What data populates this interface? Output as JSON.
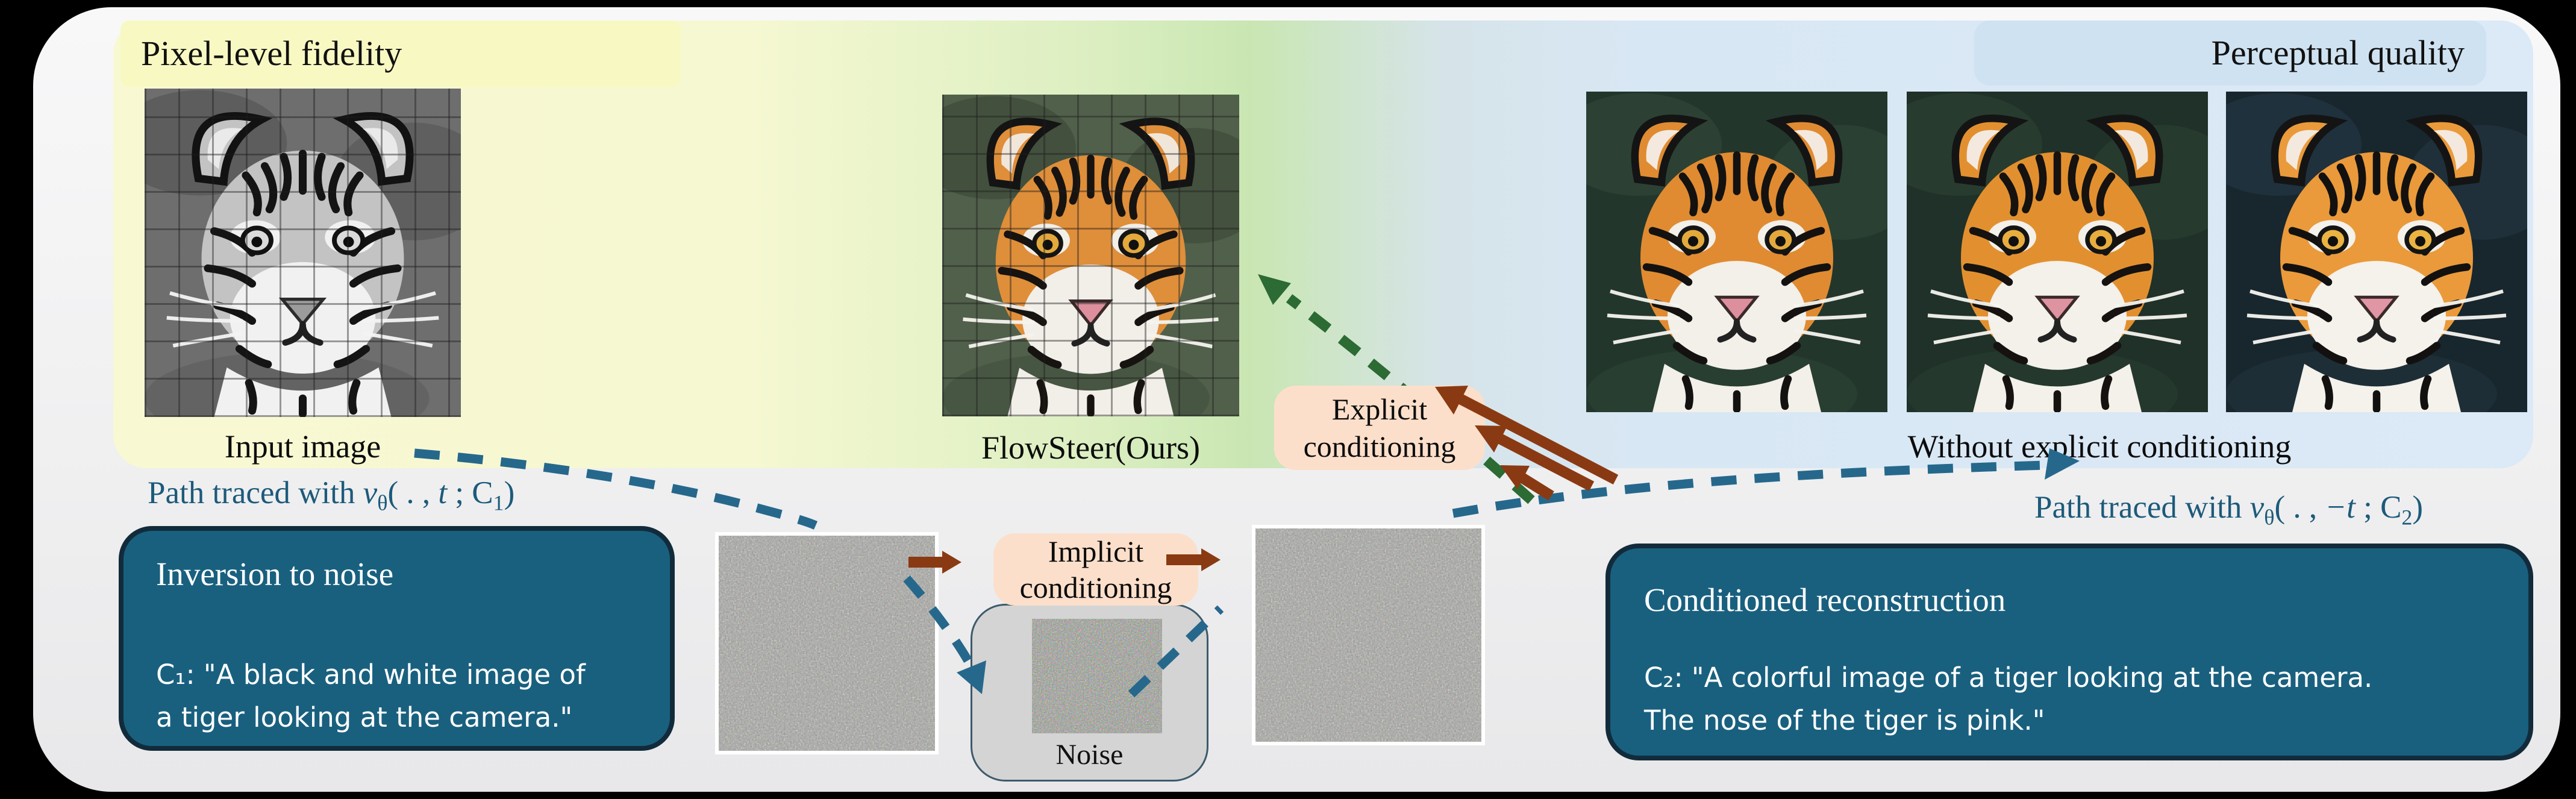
{
  "header_labels": {
    "pixel": "Pixel-level fidelity",
    "perceptual": "Perceptual quality"
  },
  "captions": {
    "input": "Input image",
    "flowsteer": "FlowSteer(Ours)",
    "without_explicit": "Without explicit conditioning"
  },
  "path_left": {
    "pre": "Path traced with ",
    "v": "v",
    "vsub": "θ",
    "a1": "( . , ",
    "t": "t",
    "a2": " ; C",
    "idx": "1",
    "a3": ")"
  },
  "path_right": {
    "pre": "Path traced with ",
    "v": "v",
    "vsub": "θ",
    "a1": "( . , ",
    "t": "−t",
    "a2": " ; C",
    "idx": "2",
    "a3": ")"
  },
  "boxes": {
    "inversion": {
      "title": "Inversion to noise",
      "line1": "C₁: \"A black and white image of",
      "line2": "a tiger looking at the camera.\""
    },
    "conditioned": {
      "title": "Conditioned reconstruction",
      "line1": "C₂: \"A colorful image of a tiger looking at the camera.",
      "line2": "The nose of the tiger is pink.\""
    },
    "implicit": {
      "line1": "Implicit",
      "line2": "conditioning"
    },
    "explicit": {
      "line1": "Explicit",
      "line2": "conditioning"
    }
  },
  "noise": {
    "label": "Noise"
  },
  "colors": {
    "teal_box_fill": "#19607F",
    "teal_box_border": "#122B3B",
    "peach_box": "#FCDFCA",
    "brown_arrow": "#8A3A12",
    "green_arrow": "#2C6B33",
    "teal_dash": "#26688C",
    "path_text": "#1D5A7A",
    "yellow_label": "#F8F9C2",
    "blue_label": "#CFE2F1",
    "band_yellow": "#F8F9D2",
    "band_green": "#C9E6B2",
    "band_blue": "#DCE9F7"
  }
}
